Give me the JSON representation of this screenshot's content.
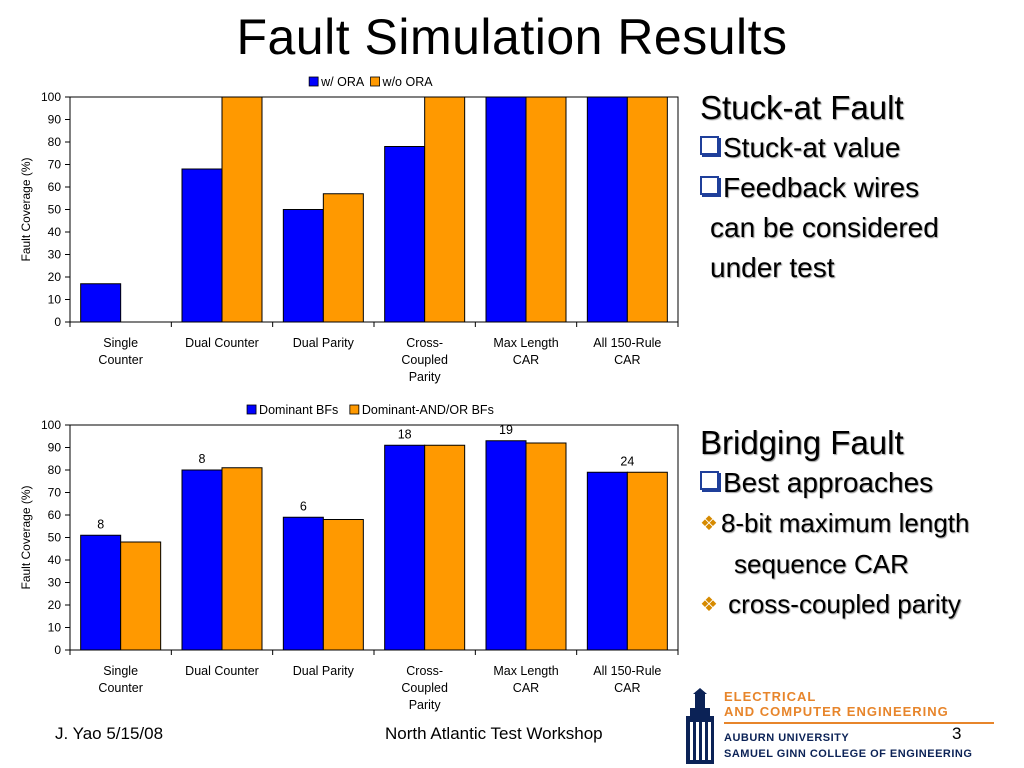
{
  "title": "Fault Simulation Results",
  "chart_data": [
    {
      "type": "bar",
      "categories": [
        [
          "Single",
          "Counter"
        ],
        [
          "Dual Counter"
        ],
        [
          "Dual Parity"
        ],
        [
          "Cross-",
          "Coupled",
          "Parity"
        ],
        [
          "Max Length",
          "CAR"
        ],
        [
          "All 150-Rule",
          "CAR"
        ]
      ],
      "series": [
        {
          "name": "w/ ORA",
          "values": [
            17,
            68,
            50,
            78,
            100,
            100
          ]
        },
        {
          "name": "w/o ORA",
          "values": [
            0,
            100,
            57,
            100,
            100,
            100
          ]
        }
      ],
      "ylabel": "Fault Coverage (%)",
      "ylim": [
        0,
        100
      ],
      "yticks": [
        0,
        10,
        20,
        30,
        40,
        50,
        60,
        70,
        80,
        90,
        100
      ],
      "legend_position": "top",
      "colors": [
        "#0000ff",
        "#ff9900"
      ]
    },
    {
      "type": "bar",
      "categories": [
        [
          "Single",
          "Counter"
        ],
        [
          "Dual Counter"
        ],
        [
          "Dual Parity"
        ],
        [
          "Cross-",
          "Coupled",
          "Parity"
        ],
        [
          "Max Length",
          "CAR"
        ],
        [
          "All 150-Rule",
          "CAR"
        ]
      ],
      "series": [
        {
          "name": "Dominant BFs",
          "values": [
            51,
            80,
            59,
            91,
            93,
            79
          ]
        },
        {
          "name": "Dominant-AND/OR BFs",
          "values": [
            48,
            81,
            58,
            91,
            92,
            79
          ]
        }
      ],
      "data_labels": [
        "8",
        "8",
        "6",
        "18",
        "19",
        "24"
      ],
      "ylabel": "Fault Coverage (%)",
      "ylim": [
        0,
        100
      ],
      "yticks": [
        0,
        10,
        20,
        30,
        40,
        50,
        60,
        70,
        80,
        90,
        100
      ],
      "legend_position": "top",
      "colors": [
        "#0000ff",
        "#ff9900"
      ]
    }
  ],
  "stuck_at": {
    "heading": "Stuck-at Fault",
    "bullets": [
      "Stuck-at value",
      "Feedback wires"
    ],
    "continuation": [
      "can be considered",
      "under test"
    ]
  },
  "bridging": {
    "heading": "Bridging Fault",
    "bullet": "Best approaches",
    "sub1": "8-bit maximum length",
    "sub1_cont": "sequence CAR",
    "sub2": "cross-coupled parity"
  },
  "footer": {
    "author": "J. Yao 5/15/08",
    "event": "North Atlantic Test Workshop",
    "page": "3"
  },
  "logo": {
    "dept_line1": "ELECTRICAL",
    "dept_line2": "AND COMPUTER ENGINEERING",
    "uni_line1": "AUBURN UNIVERSITY",
    "uni_line2": "SAMUEL GINN COLLEGE OF ENGINEERING",
    "colors": {
      "orange": "#e7852b",
      "navy": "#0b2256"
    }
  }
}
